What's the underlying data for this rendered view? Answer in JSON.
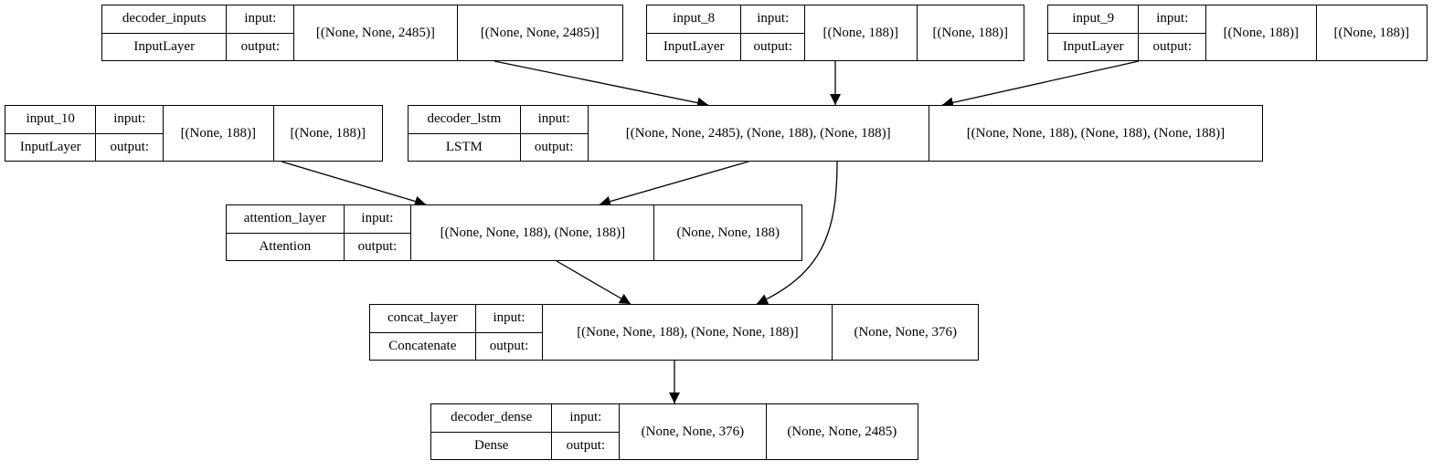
{
  "nodes": [
    {
      "id": "decoder_inputs",
      "name": "decoder_inputs",
      "type": "InputLayer",
      "input_label": "input:",
      "output_label": "output:",
      "input_shape": "[(None, None, 2485)]",
      "output_shape": "[(None, None, 2485)]"
    },
    {
      "id": "input_8",
      "name": "input_8",
      "type": "InputLayer",
      "input_label": "input:",
      "output_label": "output:",
      "input_shape": "[(None, 188)]",
      "output_shape": "[(None, 188)]"
    },
    {
      "id": "input_9",
      "name": "input_9",
      "type": "InputLayer",
      "input_label": "input:",
      "output_label": "output:",
      "input_shape": "[(None, 188)]",
      "output_shape": "[(None, 188)]"
    },
    {
      "id": "input_10",
      "name": "input_10",
      "type": "InputLayer",
      "input_label": "input:",
      "output_label": "output:",
      "input_shape": "[(None, 188)]",
      "output_shape": "[(None, 188)]"
    },
    {
      "id": "decoder_lstm",
      "name": "decoder_lstm",
      "type": "LSTM",
      "input_label": "input:",
      "output_label": "output:",
      "input_shape": "[(None, None, 2485), (None, 188), (None, 188)]",
      "output_shape": "[(None, None, 188), (None, 188), (None, 188)]"
    },
    {
      "id": "attention_layer",
      "name": "attention_layer",
      "type": "Attention",
      "input_label": "input:",
      "output_label": "output:",
      "input_shape": "[(None, None, 188), (None, 188)]",
      "output_shape": "(None, None, 188)"
    },
    {
      "id": "concat_layer",
      "name": "concat_layer",
      "type": "Concatenate",
      "input_label": "input:",
      "output_label": "output:",
      "input_shape": "[(None, None, 188), (None, None, 188)]",
      "output_shape": "(None, None, 376)"
    },
    {
      "id": "decoder_dense",
      "name": "decoder_dense",
      "type": "Dense",
      "input_label": "input:",
      "output_label": "output:",
      "input_shape": "(None, None, 376)",
      "output_shape": "(None, None, 2485)"
    }
  ],
  "edges": [
    {
      "from": "decoder_inputs",
      "to": "decoder_lstm"
    },
    {
      "from": "input_8",
      "to": "decoder_lstm"
    },
    {
      "from": "input_9",
      "to": "decoder_lstm"
    },
    {
      "from": "input_10",
      "to": "attention_layer"
    },
    {
      "from": "decoder_lstm",
      "to": "attention_layer"
    },
    {
      "from": "decoder_lstm",
      "to": "concat_layer"
    },
    {
      "from": "attention_layer",
      "to": "concat_layer"
    },
    {
      "from": "concat_layer",
      "to": "decoder_dense"
    }
  ],
  "colors": {
    "line": "#000000",
    "background": "#ffffff"
  }
}
